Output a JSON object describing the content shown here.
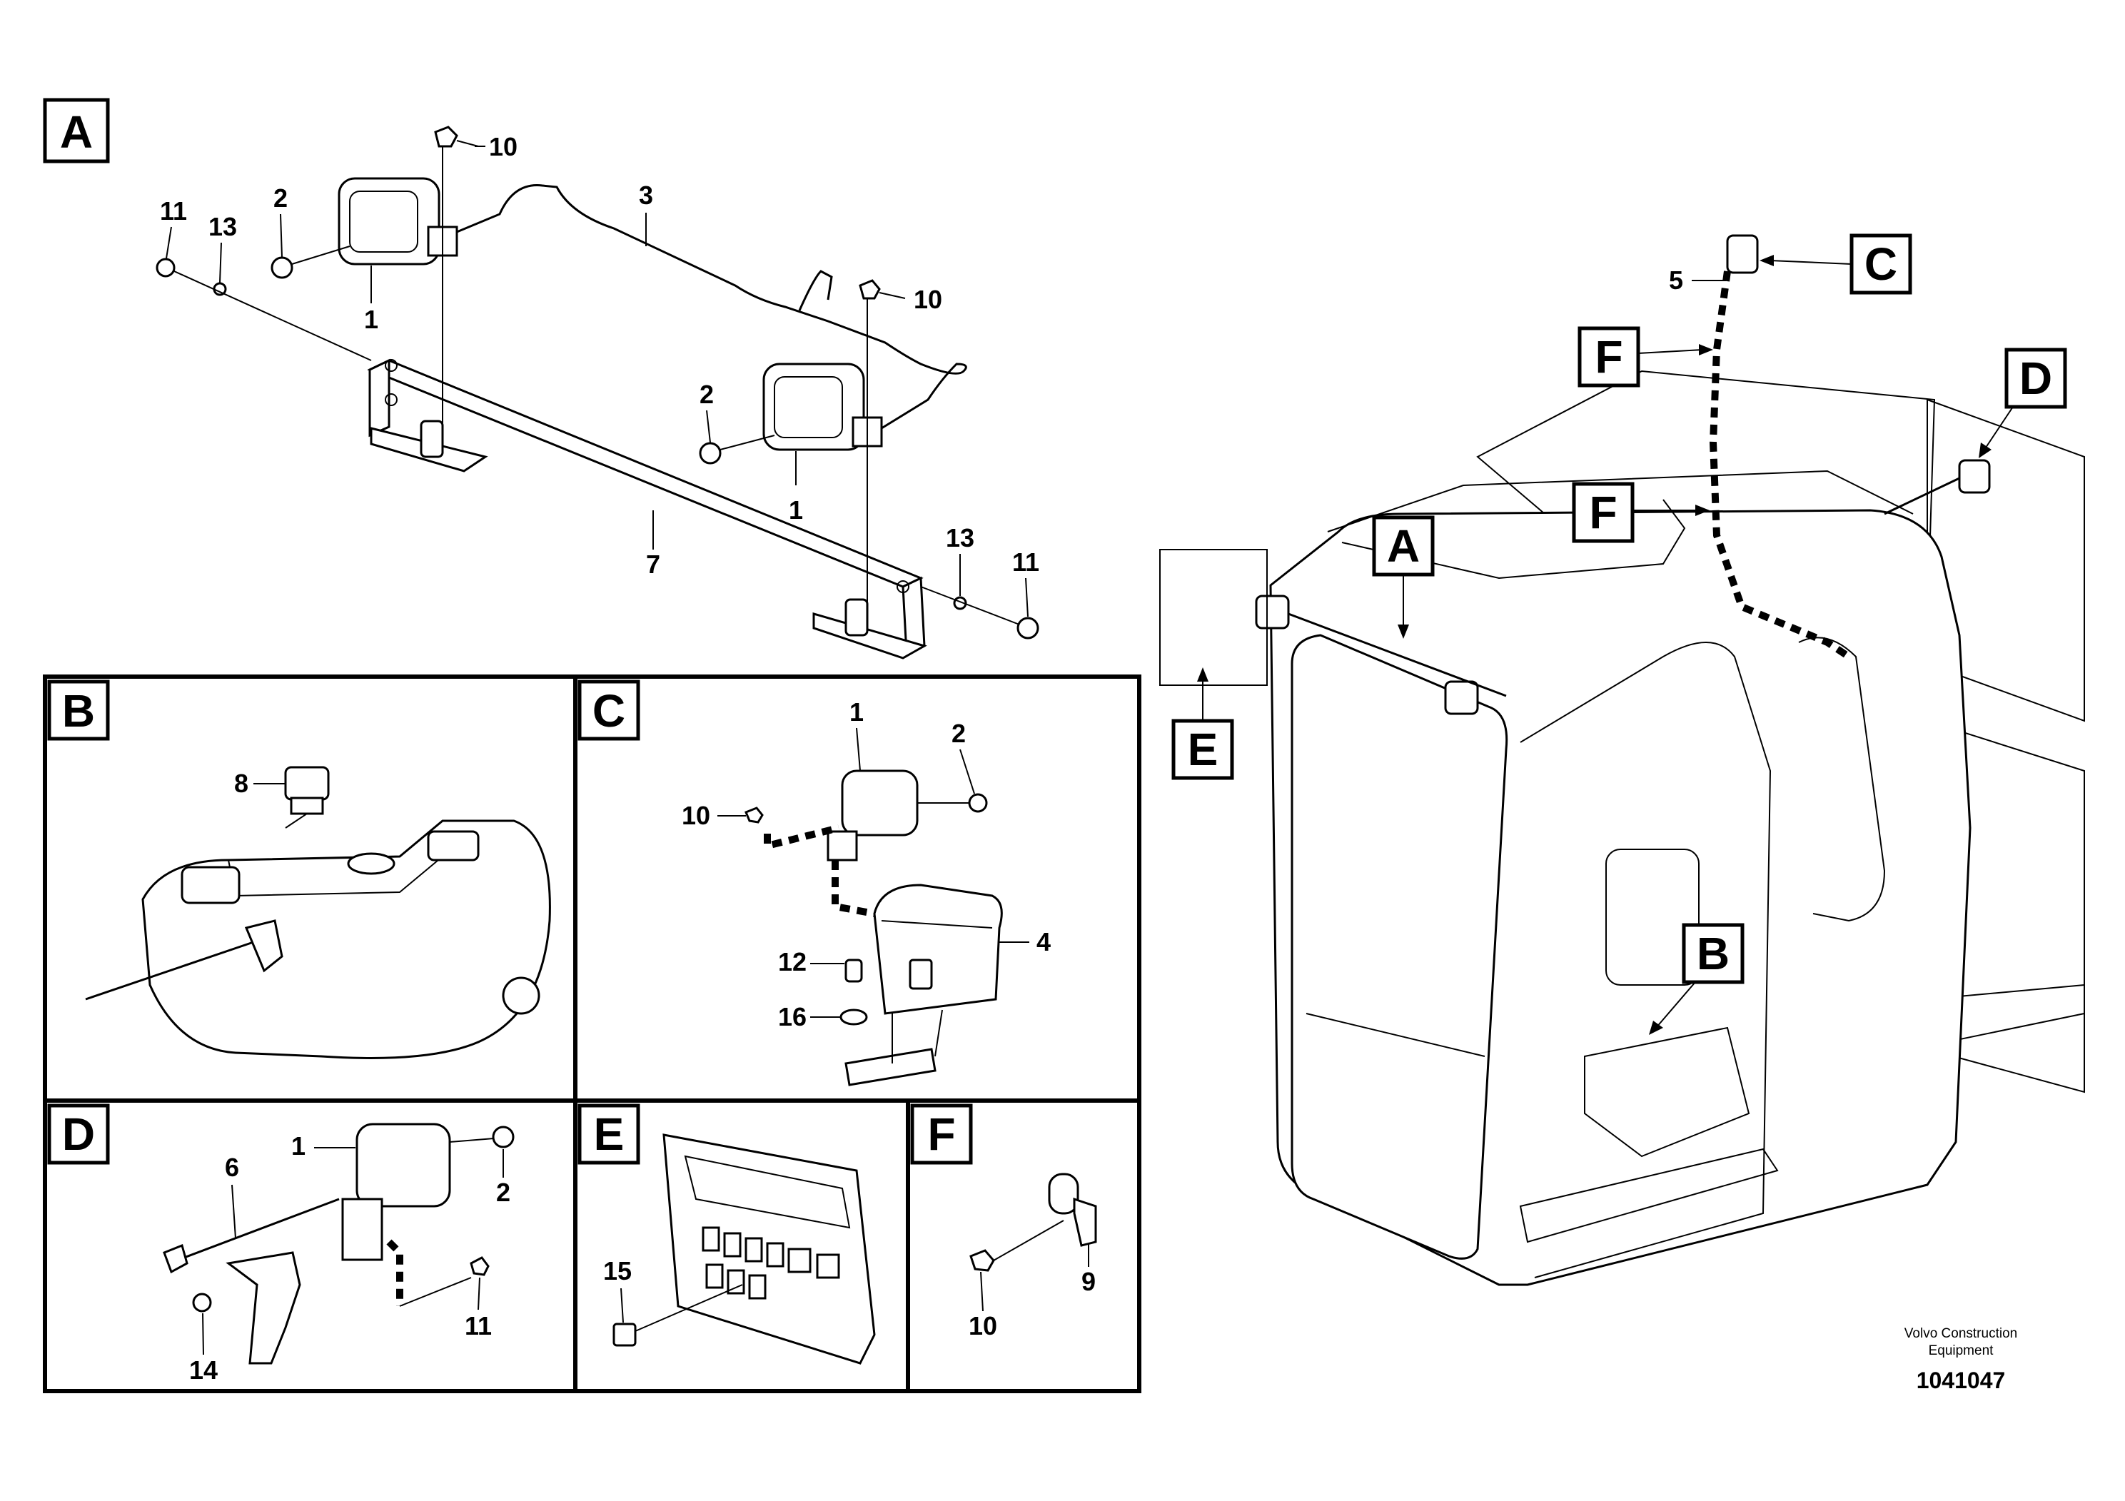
{
  "view_labels": {
    "main_a": "A",
    "b": "B",
    "c": "C",
    "d": "D",
    "e": "E",
    "f": "F",
    "overview_a": "A",
    "overview_b": "B",
    "overview_c": "C",
    "overview_d": "D",
    "overview_e": "E",
    "overview_f1": "F",
    "overview_f2": "F"
  },
  "callouts": {
    "a_10_top": "10",
    "a_11_left": "11",
    "a_13_left": "13",
    "a_2_left": "2",
    "a_1_left": "1",
    "a_3": "3",
    "a_10_mid": "10",
    "a_2_right": "2",
    "a_1_right": "1",
    "a_7": "7",
    "a_13_right": "13",
    "a_11_right": "11",
    "b_8": "8",
    "c_1": "1",
    "c_2": "2",
    "c_10": "10",
    "c_4": "4",
    "c_12": "12",
    "c_16": "16",
    "d_1": "1",
    "d_2": "2",
    "d_6": "6",
    "d_11": "11",
    "d_14": "14",
    "e_15": "15",
    "f_9": "9",
    "f_10": "10",
    "overview_5": "5"
  },
  "footer": {
    "company_line1": "Volvo Construction",
    "company_line2": "Equipment",
    "document_number": "1041047"
  }
}
